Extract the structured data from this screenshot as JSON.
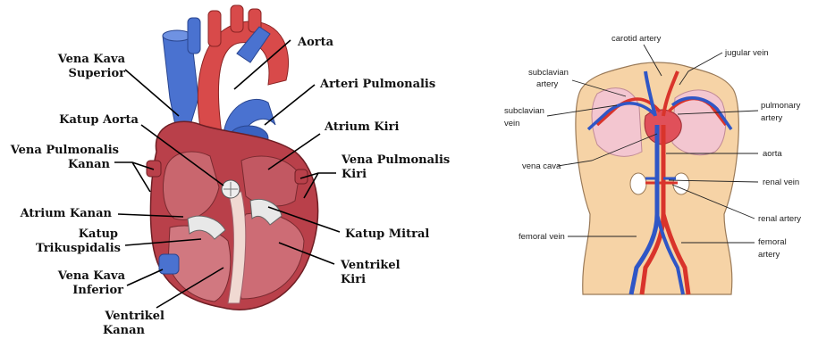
{
  "heart_diagram": {
    "labels": {
      "vena_kava_superior": [
        "Vena Kava",
        "Superior"
      ],
      "aorta": "Aorta",
      "arteri_pulmonalis": "Arteri Pulmonalis",
      "katup_aorta": "Katup Aorta",
      "atrium_kiri": "Atrium Kiri",
      "vena_pulmonalis_kanan": [
        "Vena Pulmonalis",
        "Kanan"
      ],
      "vena_pulmonalis_kiri": [
        "Vena Pulmonalis",
        "Kiri"
      ],
      "atrium_kanan": "Atrium Kanan",
      "katup_mitral": "Katup Mitral",
      "katup_trikuspidalis": [
        "Katup",
        "Trikuspidalis"
      ],
      "ventrikel_kiri": [
        "Ventrikel",
        "Kiri"
      ],
      "vena_kava_inferior": [
        "Vena Kava",
        "Inferior"
      ],
      "ventrikel_kanan": [
        "Ventrikel",
        "Kanan"
      ]
    }
  },
  "body_diagram": {
    "labels": {
      "carotid_artery": "carotid artery",
      "jugular_vein": "jugular vein",
      "subclavian_artery": [
        "subclavian",
        "artery"
      ],
      "subclavian_vein": [
        "subclavian",
        "vein"
      ],
      "pulmonary_artery": [
        "pulmonary",
        "artery"
      ],
      "aorta": "aorta",
      "vena_cava": "vena cava",
      "renal_vein": "renal vein",
      "renal_artery": "renal artery",
      "femoral_vein": "femoral vein",
      "femoral_artery": [
        "femoral",
        "artery"
      ]
    }
  },
  "colors": {
    "artery_red": "#d9342b",
    "vein_blue": "#2f56c6",
    "body_skin": "#f6d3a6",
    "lung_pink": "#f5c8d2",
    "heart_muscle": "#c8505a"
  }
}
